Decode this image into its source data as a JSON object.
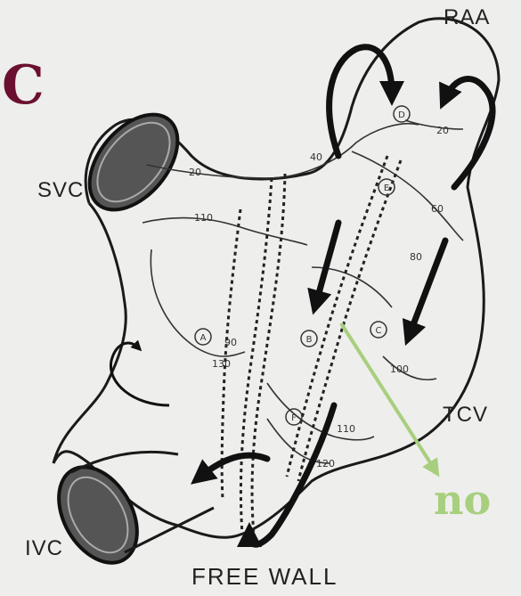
{
  "panel_letter": "C",
  "labels": {
    "raa": "RAA",
    "svc": "SVC",
    "tcv": "TCV",
    "ivc": "IVC",
    "free_wall": "FREE WALL"
  },
  "annotation": {
    "text": "no",
    "color": "#a7cf7e"
  },
  "isochrone_labels": [
    "20",
    "20",
    "40",
    "60",
    "80",
    "110",
    "90",
    "100",
    "110",
    "120",
    "130"
  ],
  "site_markers": [
    "D",
    "E",
    "A",
    "B",
    "C",
    "F"
  ],
  "colors": {
    "panel_letter": "#6b1030",
    "line": "#1a1a1a",
    "background": "#eeeeec"
  }
}
